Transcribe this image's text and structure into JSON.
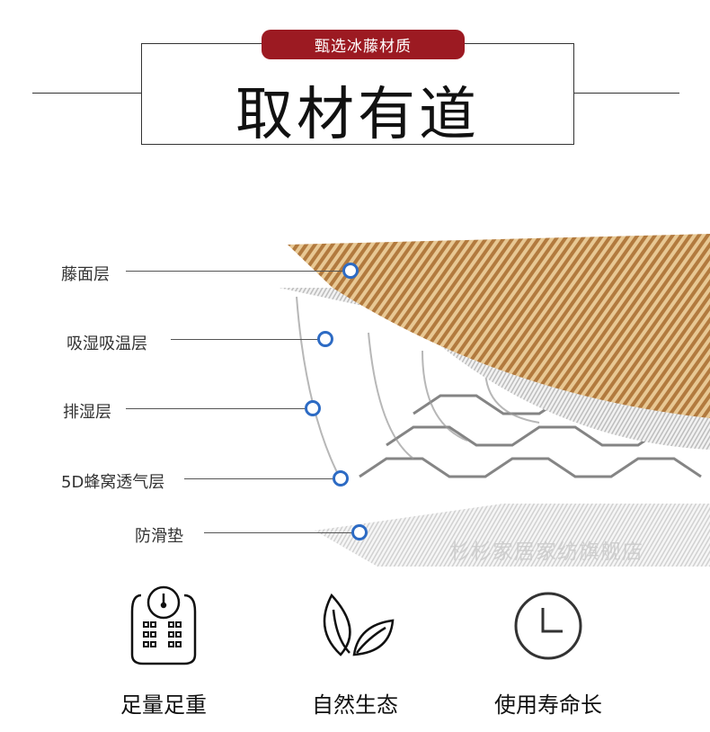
{
  "header": {
    "badge": "甄选冰藤材质",
    "title": "取材有道"
  },
  "layers": [
    {
      "label": "藤面层"
    },
    {
      "label": "吸湿吸温层"
    },
    {
      "label": "排湿层"
    },
    {
      "label": "5D蜂窝透气层"
    },
    {
      "label": "防滑垫"
    }
  ],
  "watermark": "杉杉家居家纺旗舰店",
  "features": [
    {
      "label": "足量足重",
      "icon": "scale-icon"
    },
    {
      "label": "自然生态",
      "icon": "leaves-icon"
    },
    {
      "label": "使用寿命长",
      "icon": "clock-icon"
    }
  ],
  "colors": {
    "accent": "#9c1a22",
    "dot": "#2d6bc4",
    "rattan": "#c08a4e"
  }
}
